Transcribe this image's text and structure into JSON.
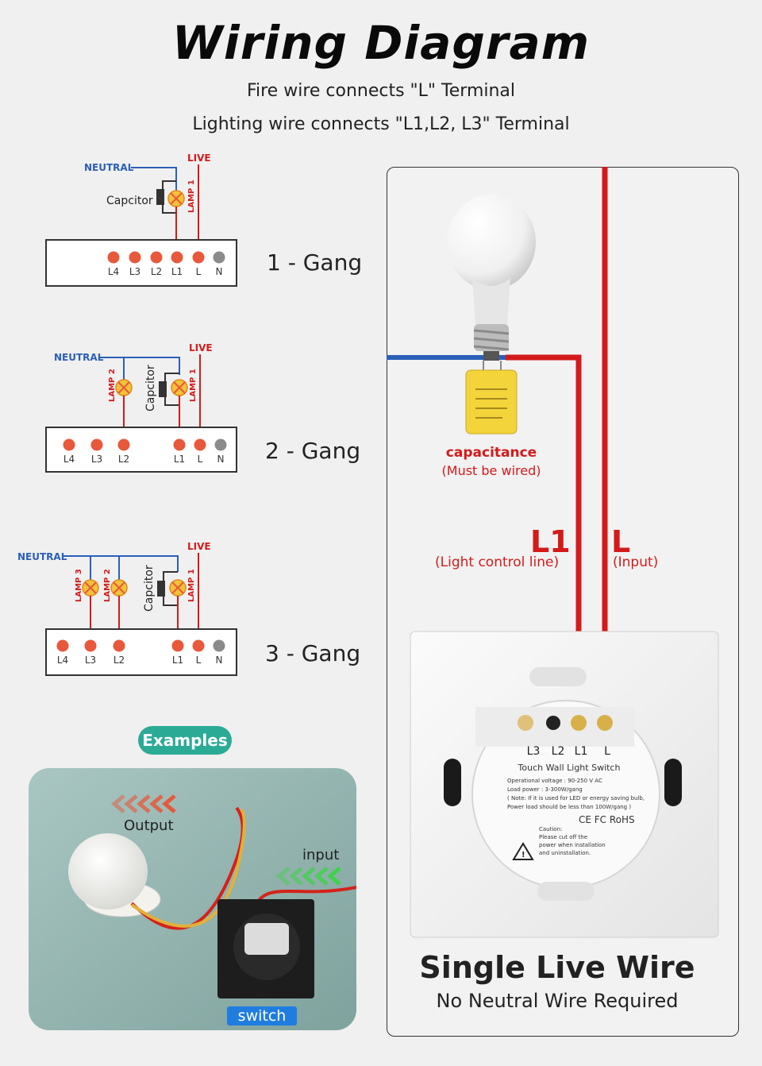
{
  "header": {
    "title": "Wiring Diagram",
    "line1": "Fire wire connects \"L\" Terminal",
    "line2": "Lighting wire connects \"L1,L2, L3\" Terminal"
  },
  "diagram_labels": {
    "neutral": "NEUTRAL",
    "live": "LIVE",
    "capacitor": "Capcitor",
    "lamp1": "LAMP 1",
    "lamp2": "LAMP 2",
    "lamp3": "LAMP 3"
  },
  "gangs": [
    {
      "label": "1 - Gang",
      "terminals": [
        "L4",
        "L3",
        "L2",
        "L1",
        "L",
        "N"
      ]
    },
    {
      "label": "2 - Gang",
      "terminals": [
        "L4",
        "L3",
        "L2",
        "L1",
        "L",
        "N"
      ]
    },
    {
      "label": "3 - Gang",
      "terminals": [
        "L4",
        "L3",
        "L2",
        "L1",
        "L",
        "N"
      ]
    }
  ],
  "examples": {
    "badge": "Examples",
    "output": "Output",
    "input": "input",
    "switch": "switch"
  },
  "right_panel": {
    "capacitance": "capacitance",
    "capacitance_note": "(Must be wired)",
    "l1": "L1",
    "l1_note": "(Light control line)",
    "l": "L",
    "l_note": "(Input)",
    "switch_terminals": [
      "L3",
      "L2",
      "L1",
      "L"
    ],
    "switch_name": "Touch Wall Light Switch",
    "spec_lines": [
      "Operational voltage : 90-250 V AC",
      "Load power : 3-300W/gang",
      "( Note: If it is used for LED or energy saving bulb,",
      "Power load should be less than 100W/gang )"
    ],
    "marks": "CE FC RoHS",
    "caution": [
      "Caution:",
      "Please cut off the",
      "power when installation",
      "and uninstallation."
    ],
    "title": "Single Live Wire",
    "subtitle": "No Neutral Wire Required"
  },
  "colors": {
    "neutral_blue": "#2b5fb8",
    "live_red": "#d41a1a",
    "terminal_orange": "#e8583a",
    "terminal_gray": "#8a8a8a",
    "badge_teal": "#2bab96"
  }
}
